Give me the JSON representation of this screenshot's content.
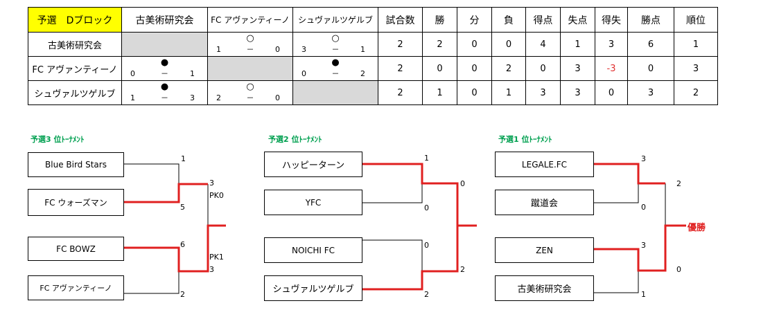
{
  "standings": {
    "block_label": "予選　Dブロック",
    "col_headers": [
      "古美術研究会",
      "FC アヴァンティーノ",
      "シュヴァルツゲルブ",
      "試合数",
      "勝",
      "分",
      "負",
      "得点",
      "失点",
      "得失",
      "勝点",
      "順位"
    ],
    "rows": [
      {
        "team": "古美術研究会",
        "matches": [
          null,
          {
            "mark": "○",
            "score": [
              "1",
              "－",
              "0"
            ]
          },
          {
            "mark": "○",
            "score": [
              "3",
              "－",
              "1"
            ]
          }
        ],
        "stats": [
          "2",
          "2",
          "0",
          "0",
          "4",
          "1",
          "3",
          "6",
          "1"
        ]
      },
      {
        "team": "FC アヴァンティーノ",
        "matches": [
          {
            "mark": "●",
            "score": [
              "0",
              "－",
              "1"
            ]
          },
          null,
          {
            "mark": "●",
            "score": [
              "0",
              "－",
              "2"
            ]
          }
        ],
        "stats": [
          "2",
          "0",
          "0",
          "2",
          "0",
          "3",
          "-3",
          "0",
          "3"
        ]
      },
      {
        "team": "シュヴァルツゲルブ",
        "matches": [
          {
            "mark": "●",
            "score": [
              "1",
              "－",
              "3"
            ]
          },
          {
            "mark": "○",
            "score": [
              "2",
              "－",
              "0"
            ]
          },
          null
        ],
        "stats": [
          "2",
          "1",
          "0",
          "1",
          "3",
          "3",
          "0",
          "3",
          "2"
        ]
      }
    ],
    "colors": {
      "header_fill": "#ffff00",
      "self_cell": "#d9d9d9",
      "negative": "#e03030"
    }
  },
  "tournaments": [
    {
      "title": "予選3 位ﾄｰﾅﾒﾝﾄ",
      "teams": [
        "Blue Bird Stars",
        "FC ウォーズマン",
        "FC BOWZ",
        "FC アヴァンティーノ"
      ],
      "scores": [
        "1",
        "5",
        "6",
        "2"
      ],
      "semi_scores": [
        "3",
        "3"
      ],
      "pk": [
        "PK0",
        "PK1"
      ]
    },
    {
      "title": "予選2 位ﾄｰﾅﾒﾝﾄ",
      "teams": [
        "ハッピーターン",
        "YFC",
        "NOICHI FC",
        "シュヴァルツゲルブ"
      ],
      "scores": [
        "1",
        "0",
        "0",
        "2"
      ],
      "semi_scores": [
        "0",
        "2"
      ]
    },
    {
      "title": "予選1 位ﾄｰﾅﾒﾝﾄ",
      "teams": [
        "LEGALE.FC",
        "蹴道会",
        "ZEN",
        "古美術研究会"
      ],
      "scores": [
        "3",
        "0",
        "3",
        "1"
      ],
      "semi_scores": [
        "2",
        "0"
      ],
      "winner_label": "優勝"
    }
  ],
  "colors": {
    "title": "#00a050",
    "win_line": "#e02020",
    "line": "#000000"
  }
}
